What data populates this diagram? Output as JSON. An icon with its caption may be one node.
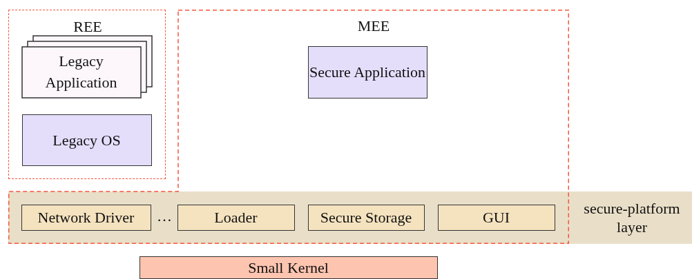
{
  "diagram": {
    "nodes": [
      {
        "text": [
          "REE"
        ]
      },
      {
        "text": [
          "Legacy Application"
        ],
        "in": 0
      },
      {
        "text": [
          "Legacy OS"
        ],
        "in": 0
      },
      {
        "text": [
          "MEE"
        ]
      },
      {
        "text": [
          "Secure Application"
        ],
        "in": 3
      },
      {
        "text": [
          "secure-platform layer"
        ]
      },
      {
        "text": [
          "Network Driver"
        ],
        "in": 5
      },
      {
        "text": [
          "Loader"
        ],
        "in": 5
      },
      {
        "text": [
          "Secure Storage"
        ],
        "in": 5
      },
      {
        "text": [
          "GUI"
        ],
        "in": 5
      },
      {
        "text": [
          "Small Kernel"
        ]
      }
    ],
    "labels": [
      "…"
    ]
  }
}
